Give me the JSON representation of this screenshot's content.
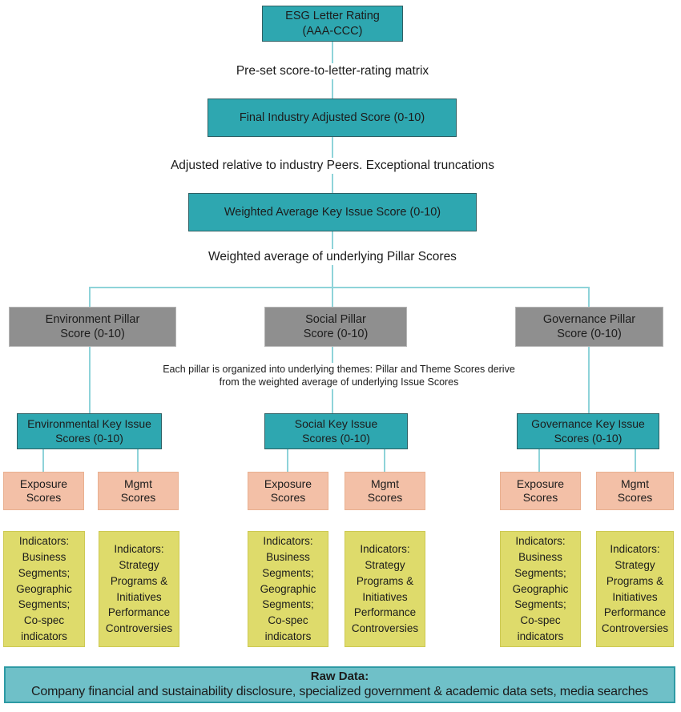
{
  "colors": {
    "teal": "#2ea7b0",
    "teal-border": "#2e5f63",
    "gray": "#8f8f8f",
    "gray-border": "#b5b5b5",
    "pink": "#f3c0a7",
    "pink-border": "#e9b090",
    "yellow": "#dedb6b",
    "yellow-border": "#cdc952",
    "bar-fill": "#6fc0c8",
    "bar-border": "#2d9aa4",
    "line": "#8ed3d9",
    "text": "#1c1c1c"
  },
  "flow": {
    "esg_letter_rating": "ESG Letter Rating\n(AAA-CCC)",
    "caption_matrix": "Pre-set score-to-letter-rating matrix",
    "final_industry_adjusted": "Final Industry Adjusted Score (0-10)",
    "caption_adjusted": "Adjusted relative to industry Peers. Exceptional truncations",
    "weighted_average": "Weighted Average Key Issue Score (0-10)",
    "caption_weighted": "Weighted average of underlying Pillar Scores",
    "caption_each_pillar": "Each pillar is organized into underlying themes: Pillar and Theme Scores derive\nfrom the weighted average of underlying Issue Scores",
    "pillars": [
      {
        "label": "Environment Pillar\nScore (0-10)",
        "key_issue": "Environmental Key Issue\nScores (0-10)"
      },
      {
        "label": "Social Pillar\nScore (0-10)",
        "key_issue": "Social Key Issue\nScores (0-10)"
      },
      {
        "label": "Governance Pillar\nScore (0-10)",
        "key_issue": "Governance Key Issue\nScores (0-10)"
      }
    ],
    "exposure_scores": "Exposure\nScores",
    "mgmt_scores": "Mgmt\nScores",
    "indicators_exposure": "Indicators:\nBusiness\nSegments;\nGeographic\nSegments;\nCo-spec\nindicators",
    "indicators_mgmt": "Indicators:\nStrategy\nPrograms &\nInitiatives\nPerformance\nControversies",
    "raw_data_heading": "Raw Data:",
    "raw_data_body": "Company financial and sustainability disclosure, specialized government & academic data sets, media searches"
  }
}
